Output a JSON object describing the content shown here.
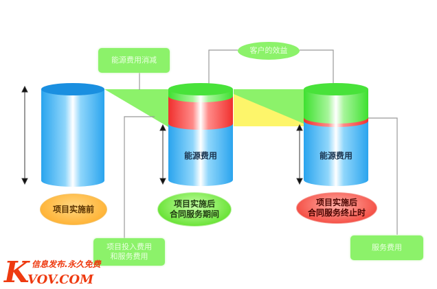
{
  "diagram": {
    "callouts": {
      "energy_cost_reduction": "能源费用消减",
      "customer_benefit": "客户的效益",
      "investment_and_service": "项目投入费用\n和服务费用",
      "service_fee": "服务费用"
    },
    "stages": [
      {
        "label": "项目实施前",
        "style": "orange"
      },
      {
        "label": "项目实施后\n合同服务期间",
        "style": "green"
      },
      {
        "label": "项目实施后\n合同服务终止时",
        "style": "red"
      }
    ],
    "cylinders": [
      {
        "stage": "项目实施前",
        "segments": [
          "energy_cost"
        ],
        "text": ""
      },
      {
        "stage": "项目实施后 合同服务期间",
        "segments": [
          "benefit",
          "service_cost",
          "energy_cost"
        ],
        "text": "能源费用"
      },
      {
        "stage": "项目实施后 合同服务终止时",
        "segments": [
          "benefit",
          "service_cost_thin",
          "energy_cost"
        ],
        "text": "能源费用"
      }
    ],
    "colors": {
      "energy_cost": "#39b0f0",
      "benefit": "#47e23a",
      "service_cost": "#f23a3a",
      "green_band": "#8cf26a",
      "yellow_band": "#fdf56a",
      "connector": "#999999"
    }
  },
  "watermark": {
    "logo_big": "K",
    "logo_rest": "VOV.COM",
    "tagline": "信息发布.永久免费"
  }
}
